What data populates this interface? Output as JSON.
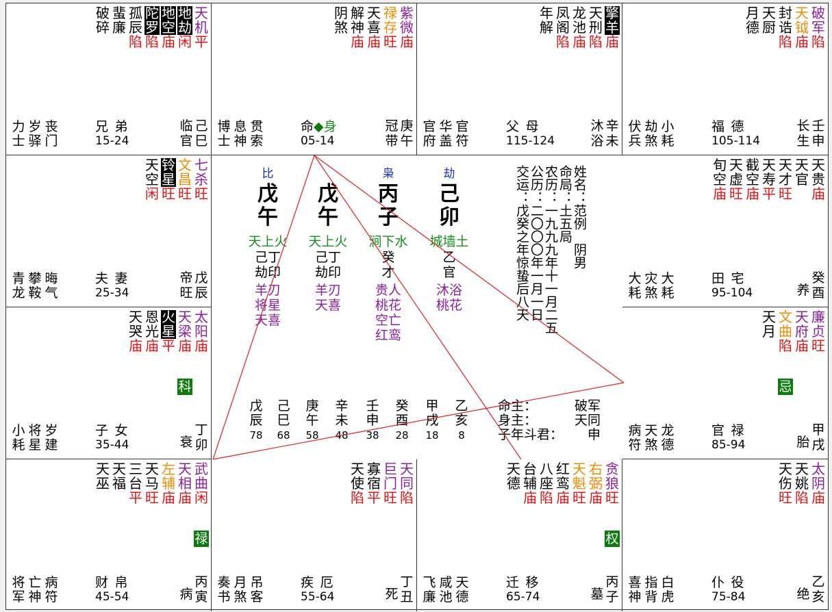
{
  "colors": {
    "main_star": "#8a1ea0",
    "aux_star": "#f08c00",
    "brightness": "#e81010",
    "sihua_bg": "#0a7d0a",
    "nayin": "#12901a",
    "ten_god": "#1a2ed0",
    "line": "#e02020"
  },
  "palaces": [
    {
      "id": "si",
      "stars": [
        {
          "n": "破碎",
          "t": "n"
        },
        {
          "n": "蜚廉",
          "t": "n"
        },
        {
          "n": "孤辰",
          "t": "n",
          "b": "陷"
        },
        {
          "n": "陀罗",
          "t": "s",
          "b": "陷"
        },
        {
          "n": "地空",
          "t": "s",
          "b": "庙"
        },
        {
          "n": "地劫",
          "t": "s",
          "b": "闲"
        },
        {
          "n": "天机",
          "t": "m",
          "b": "平"
        }
      ],
      "gods": [
        "力士",
        "岁驿",
        "丧门"
      ],
      "name": "兄 弟",
      "age": "15-24",
      "cs": "临官",
      "gz": "己巳"
    },
    {
      "id": "wu",
      "stars": [
        {
          "n": "阴煞",
          "t": "n"
        },
        {
          "n": "解神",
          "t": "n",
          "b": "庙"
        },
        {
          "n": "天喜",
          "t": "n",
          "b": "庙"
        },
        {
          "n": "禄存",
          "t": "a",
          "b": "旺"
        },
        {
          "n": "紫微",
          "t": "m",
          "b": "庙"
        }
      ],
      "gods": [
        "博士",
        "息神",
        "贯索"
      ],
      "name": "命",
      "marker": "◆",
      "body": "身",
      "age": "05-14",
      "cs": "冠带",
      "gz": "庚午"
    },
    {
      "id": "wei",
      "stars": [
        {
          "n": "年解",
          "t": "n"
        },
        {
          "n": "凤阁",
          "t": "n",
          "b": "陷"
        },
        {
          "n": "龙池",
          "t": "n",
          "b": "庙"
        },
        {
          "n": "天刑",
          "t": "n",
          "b": "陷"
        },
        {
          "n": "擎羊",
          "t": "s",
          "b": "庙"
        }
      ],
      "gods": [
        "官府",
        "华盖",
        "官符"
      ],
      "name": "父 母",
      "age": "115-124",
      "cs": "沐浴",
      "gz": "辛未"
    },
    {
      "id": "shen",
      "stars": [
        {
          "n": "月德",
          "t": "n"
        },
        {
          "n": "天厨",
          "t": "n"
        },
        {
          "n": "封诰",
          "t": "n",
          "b": "陷"
        },
        {
          "n": "天钺",
          "t": "a",
          "b": "庙"
        },
        {
          "n": "破军",
          "t": "m",
          "b": "陷"
        }
      ],
      "gods": [
        "伏兵",
        "劫煞",
        "小耗"
      ],
      "name": "福 德",
      "age": "105-114",
      "cs": "长生",
      "gz": "壬申"
    },
    {
      "id": "chen",
      "stars": [
        {
          "n": "天空",
          "t": "n",
          "b": "闲"
        },
        {
          "n": "铃星",
          "t": "s",
          "b": "旺"
        },
        {
          "n": "文昌",
          "t": "a",
          "b": "旺"
        },
        {
          "n": "七杀",
          "t": "m",
          "b": "旺"
        }
      ],
      "gods": [
        "青龙",
        "攀鞍",
        "晦气"
      ],
      "name": "夫 妻",
      "age": "25-34",
      "cs": "帝旺",
      "gz": "戊辰"
    },
    {
      "id": "you",
      "stars": [
        {
          "n": "旬空",
          "t": "n",
          "b": "庙"
        },
        {
          "n": "天虚",
          "t": "n",
          "b": "旺"
        },
        {
          "n": "截空",
          "t": "n",
          "b": "庙"
        },
        {
          "n": "天寿",
          "t": "n",
          "b": "平"
        },
        {
          "n": "天才",
          "t": "n",
          "b": "旺"
        },
        {
          "n": "天官",
          "t": "n"
        },
        {
          "n": "天贵",
          "t": "n",
          "b": "庙"
        }
      ],
      "gods": [
        "大耗",
        "灾煞",
        "大耗"
      ],
      "name": "田 宅",
      "age": "95-104",
      "cs": "养",
      "gz": "癸酉"
    },
    {
      "id": "mao",
      "stars": [
        {
          "n": "天哭",
          "t": "n",
          "b": "庙"
        },
        {
          "n": "恩光",
          "t": "n",
          "b": "庙"
        },
        {
          "n": "火星",
          "t": "s",
          "b": "平"
        },
        {
          "n": "天梁",
          "t": "m",
          "b": "庙",
          "h": "科"
        },
        {
          "n": "太阳",
          "t": "m",
          "b": "庙"
        }
      ],
      "gods": [
        "小耗",
        "将星",
        "岁建"
      ],
      "name": "子 女",
      "age": "35-44",
      "cs": "衰",
      "gz": "丁卯"
    },
    {
      "id": "xu",
      "stars": [
        {
          "n": "天月",
          "t": "n"
        },
        {
          "n": "文曲",
          "t": "a",
          "b": "陷",
          "h": "忌"
        },
        {
          "n": "天府",
          "t": "m",
          "b": "庙"
        },
        {
          "n": "廉贞",
          "t": "m",
          "b": "旺"
        }
      ],
      "gods": [
        "病符",
        "天煞",
        "龙德"
      ],
      "name": "官 禄",
      "age": "85-94",
      "cs": "胎",
      "gz": "甲戌"
    },
    {
      "id": "yin",
      "stars": [
        {
          "n": "天巫",
          "t": "n"
        },
        {
          "n": "天福",
          "t": "n"
        },
        {
          "n": "三台",
          "t": "n",
          "b": "平"
        },
        {
          "n": "天马",
          "t": "n",
          "b": "旺"
        },
        {
          "n": "左辅",
          "t": "a",
          "b": "庙"
        },
        {
          "n": "天相",
          "t": "m",
          "b": "庙"
        },
        {
          "n": "武曲",
          "t": "m",
          "b": "闲",
          "h": "禄"
        }
      ],
      "gods": [
        "将军",
        "亡神",
        "病符"
      ],
      "name": "财 帛",
      "age": "45-54",
      "cs": "病",
      "gz": "丙寅"
    },
    {
      "id": "chou",
      "stars": [
        {
          "n": "天使",
          "t": "n",
          "b": "陷"
        },
        {
          "n": "寡宿",
          "t": "n",
          "b": "平"
        },
        {
          "n": "巨门",
          "t": "m",
          "b": "旺"
        },
        {
          "n": "天同",
          "t": "m",
          "b": "陷"
        }
      ],
      "gods": [
        "奏书",
        "月煞",
        "吊客"
      ],
      "name": "疾 厄",
      "age": "55-64",
      "cs": "死",
      "gz": "丁丑"
    },
    {
      "id": "zi",
      "stars": [
        {
          "n": "天德",
          "t": "n"
        },
        {
          "n": "台辅",
          "t": "n",
          "b": "庙"
        },
        {
          "n": "八座",
          "t": "n",
          "b": "陷"
        },
        {
          "n": "红鸾",
          "t": "n",
          "b": "庙"
        },
        {
          "n": "天魁",
          "t": "a",
          "b": "旺"
        },
        {
          "n": "右弼",
          "t": "a",
          "b": "庙"
        },
        {
          "n": "贪狼",
          "t": "m",
          "b": "旺",
          "h": "权"
        }
      ],
      "gods": [
        "飞廉",
        "咸池",
        "天德"
      ],
      "name": "迁 移",
      "age": "65-74",
      "cs": "墓",
      "gz": "丙子"
    },
    {
      "id": "hai",
      "stars": [
        {
          "n": "天伤",
          "t": "n",
          "b": "旺"
        },
        {
          "n": "天姚",
          "t": "n",
          "b": "陷"
        },
        {
          "n": "太阴",
          "t": "m",
          "b": "庙"
        }
      ],
      "gods": [
        "喜神",
        "指背",
        "白虎"
      ],
      "name": "仆 役",
      "age": "75-84",
      "cs": "绝",
      "gz": "乙亥"
    }
  ],
  "center": {
    "pillars": [
      {
        "tengod": "比",
        "stem": "戊",
        "branch": "午",
        "nayin": "天上火",
        "hidden": "己丁",
        "hidden_gods": "劫印",
        "shensha": [
          "羊刃",
          "将星",
          "天喜"
        ]
      },
      {
        "tengod": "",
        "stem": "戊",
        "branch": "午",
        "nayin": "天上火",
        "hidden": "己丁",
        "hidden_gods": "劫印",
        "shensha": [
          "羊刃",
          "天喜"
        ]
      },
      {
        "tengod": "枭",
        "stem": "丙",
        "branch": "子",
        "nayin": "涧下水",
        "hidden": "癸",
        "hidden_gods": "才",
        "shensha": [
          "贵人",
          "桃花",
          "空亡",
          "红鸾"
        ]
      },
      {
        "tengod": "劫",
        "stem": "己",
        "branch": "卯",
        "nayin": "城墙土",
        "hidden": "乙",
        "hidden_gods": "官",
        "shensha": [
          "沐浴",
          "桃花"
        ]
      }
    ],
    "info": [
      {
        "label": "姓名：",
        "value": "范例　阴男"
      },
      {
        "label": "命局：",
        "value": "土五局"
      },
      {
        "label": "农历：",
        "value": "一九九九年十一月二五"
      },
      {
        "label": "公历：",
        "value": "二〇〇〇年一月一日"
      },
      {
        "label": "交运：",
        "value": "戊癸之年惊蛰后八天"
      }
    ],
    "daxian": [
      {
        "stem": "戊",
        "branch": "辰",
        "age": "78"
      },
      {
        "stem": "己",
        "branch": "巳",
        "age": "68"
      },
      {
        "stem": "庚",
        "branch": "午",
        "age": "58"
      },
      {
        "stem": "辛",
        "branch": "未",
        "age": "48"
      },
      {
        "stem": "壬",
        "branch": "申",
        "age": "38"
      },
      {
        "stem": "癸",
        "branch": "酉",
        "age": "28"
      },
      {
        "stem": "甲",
        "branch": "戌",
        "age": "18"
      },
      {
        "stem": "乙",
        "branch": "亥",
        "age": "8"
      }
    ],
    "ming_zhu_label": "命主：",
    "ming_zhu": "破军",
    "shen_zhu_label": "身主：",
    "shen_zhu": "天同",
    "doujun_label": "子年斗君：",
    "doujun": "申"
  }
}
